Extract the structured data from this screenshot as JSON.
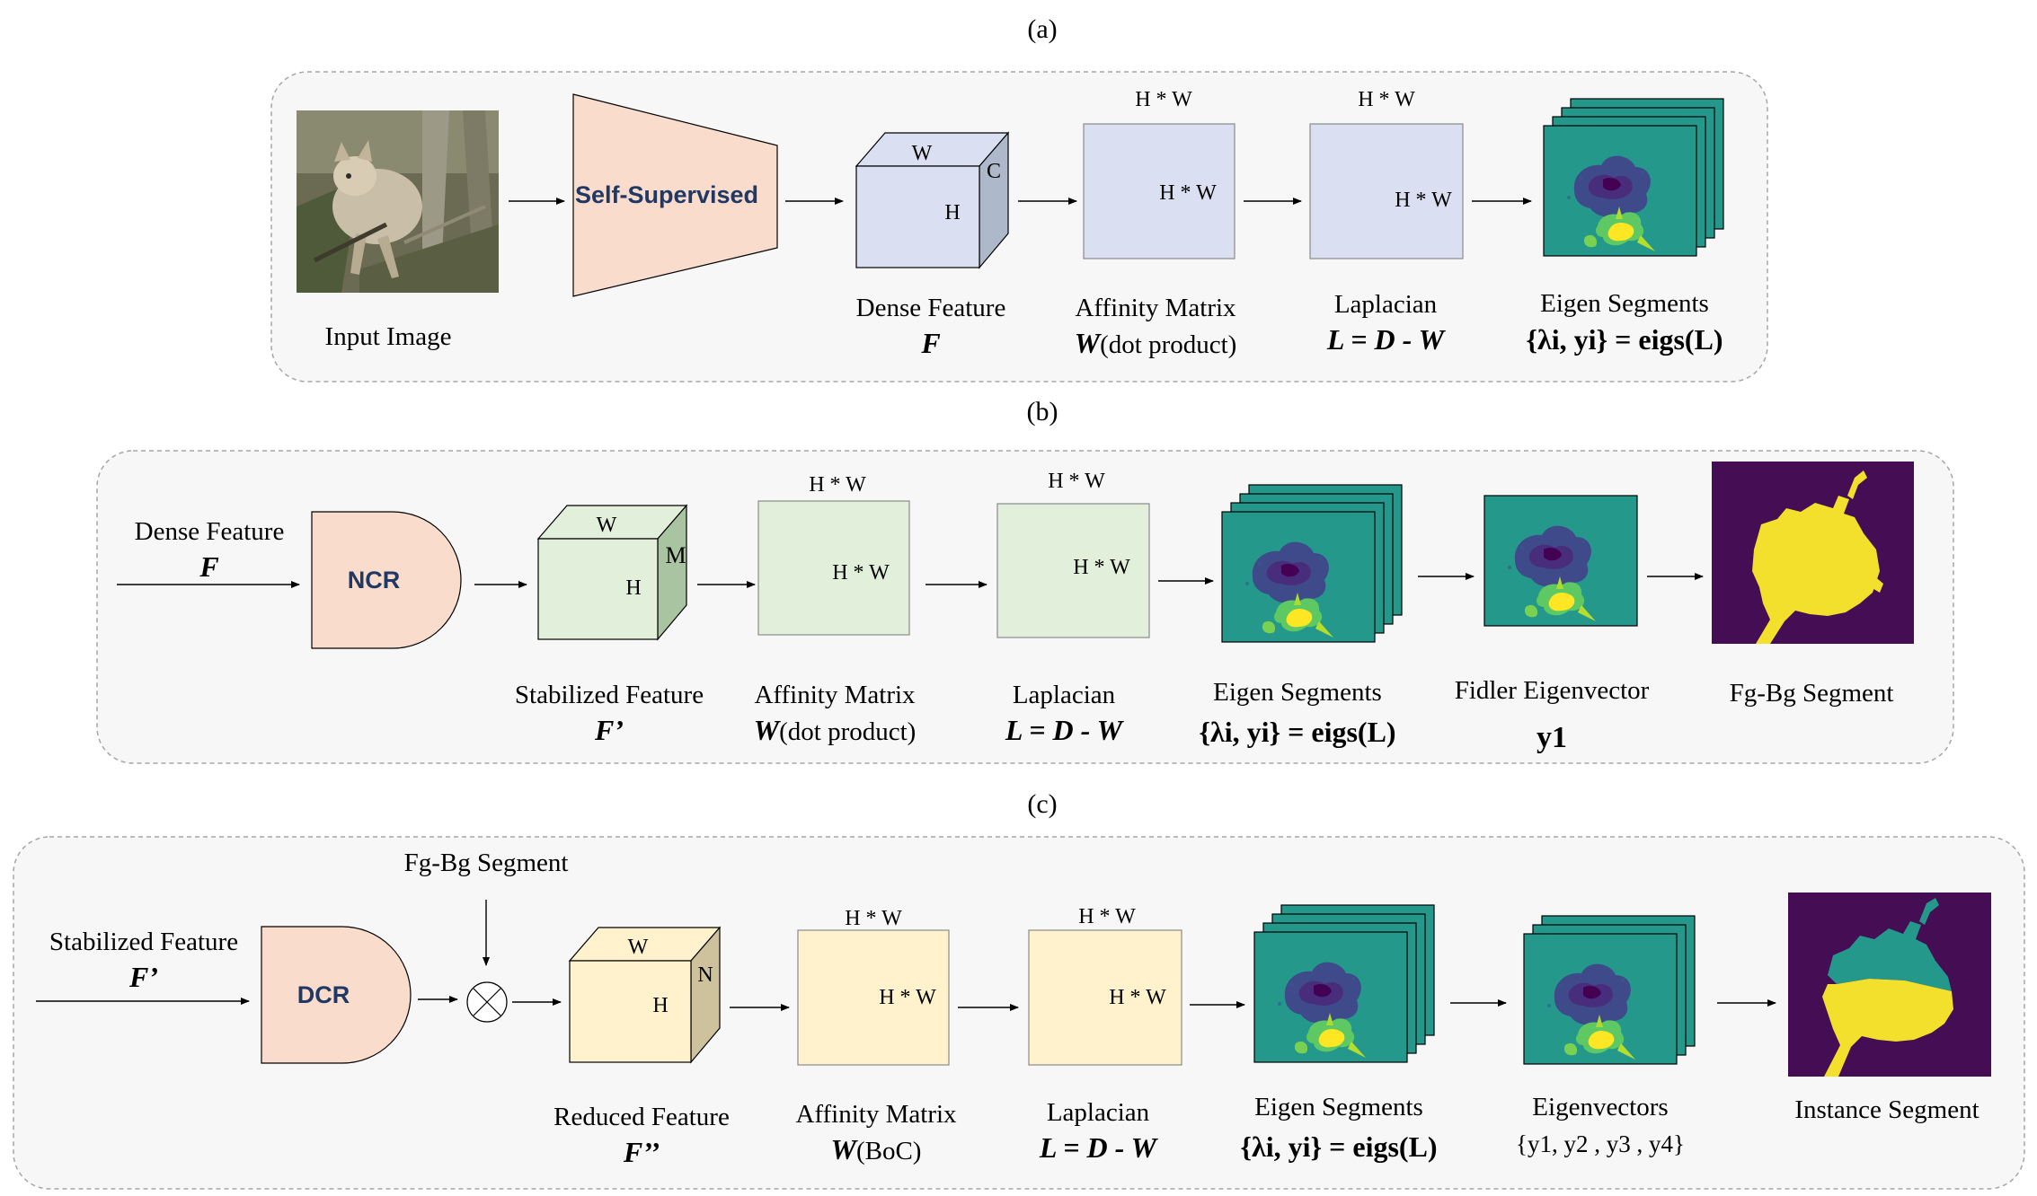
{
  "panels": {
    "a": {
      "label": "(a)",
      "input_label": "Input Image",
      "encoder_label": "Self-Supervised",
      "feature": {
        "w": "W",
        "c": "C",
        "h": "H",
        "label": "Dense Feature",
        "symbol": "F"
      },
      "affinity": {
        "dims": "H * W",
        "inner": "H * W",
        "label": "Affinity Matrix",
        "sym": "W",
        "formula": "(dot product)"
      },
      "laplacian": {
        "dims": "H * W",
        "inner": "H * W",
        "label": "Laplacian",
        "formula": "L = D - W"
      },
      "eigen": {
        "label": "Eigen Segments",
        "formula": "{λi, yi} = eigs(L)"
      }
    },
    "b": {
      "label": "(b)",
      "input_label": "Dense Feature",
      "input_symbol": "F",
      "module_label": "NCR",
      "feature": {
        "w": "W",
        "m": "M",
        "h": "H",
        "label": "Stabilized Feature",
        "symbol": "F’"
      },
      "affinity": {
        "dims": "H * W",
        "inner": "H * W",
        "label": "Affinity Matrix",
        "sym": "W",
        "formula": "(dot product)"
      },
      "laplacian": {
        "dims": "H * W",
        "inner": "H * W",
        "label": "Laplacian",
        "formula": "L = D - W"
      },
      "eigen": {
        "label": "Eigen Segments",
        "formula": "{λi, yi} = eigs(L)"
      },
      "fiedler": {
        "label": "Fidler Eigenvector",
        "symbol": "y1"
      },
      "output_label": "Fg-Bg Segment"
    },
    "c": {
      "label": "(c)",
      "mask_label": "Fg-Bg Segment",
      "input_label": "Stabilized Feature",
      "input_symbol": "F’",
      "module_label": "DCR",
      "feature": {
        "w": "W",
        "n": "N",
        "h": "H",
        "label": "Reduced Feature",
        "symbol": "F’’"
      },
      "affinity": {
        "dims": "H * W",
        "inner": "H * W",
        "label": "Affinity Matrix",
        "sym": "W",
        "formula": "(BoC)"
      },
      "laplacian": {
        "dims": "H * W",
        "inner": "H * W",
        "label": "Laplacian",
        "formula": "L = D - W"
      },
      "eigen": {
        "label": "Eigen Segments",
        "formula": "{λi, yi} = eigs(L)"
      },
      "vectors": {
        "label": "Eigenvectors",
        "formula": "{y1, y2 , y3 , y4}"
      },
      "output_label": "Instance Segment"
    }
  },
  "colors": {
    "panel_bg": "#f7f7f7",
    "panel_border": "#a6a6a6",
    "encoder_fill": "#f9dccb",
    "blue_cube": "#dae0f1",
    "green_cube": "#e2efda",
    "yellow_cube": "#fff2cc",
    "teal": "#25988c",
    "purple": "#440d54",
    "yellow": "#f2e02c"
  }
}
